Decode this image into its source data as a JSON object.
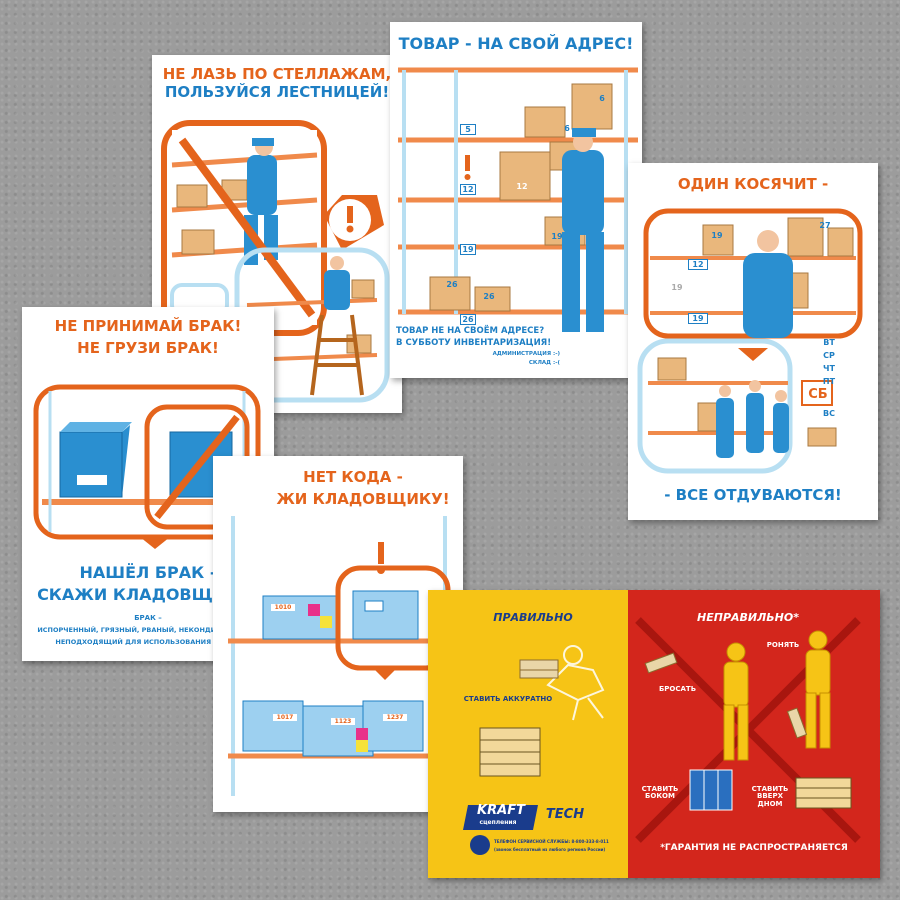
{
  "colors": {
    "orange": "#e4641c",
    "blue": "#1e7fc4",
    "yellow": "#f6c416",
    "red": "#d3261c",
    "shelf": "#f08a4b"
  },
  "poster_ladder": {
    "title_line1": "НЕ ЛАЗЬ ПО СТЕЛЛАЖАМ,",
    "title_line2": "ПОЛЬЗУЙСЯ ЛЕСТНИЦЕЙ!"
  },
  "poster_address": {
    "title": "ТОВАР - НА СВОЙ АДРЕС!",
    "slot_labels": [
      "5",
      "6",
      "6",
      "12",
      "12",
      "19",
      "19",
      "26",
      "26",
      "26"
    ],
    "box_label": "12",
    "caption_line1": "ТОВАР НЕ НА СВОЁМ АДРЕСЕ?",
    "caption_line2": "В СУББОТУ ИНВЕНТАРИЗАЦИЯ!",
    "sign_admin": "АДМИНИСТРАЦИЯ :-)",
    "sign_warehouse": "СКЛАД :-("
  },
  "poster_oneerror": {
    "title": "ОДИН КОСЯЧИТ -",
    "bottom": "- ВСЕ ОТДУВАЮТСЯ!",
    "days": [
      "ВТ",
      "СР",
      "ЧТ",
      "ПТ",
      "СБ",
      "ВС"
    ],
    "numbers": [
      "19",
      "12",
      "19",
      "19",
      "27"
    ]
  },
  "poster_defect": {
    "title_line1": "НЕ ПРИНИМАЙ БРАК!",
    "title_line2": "НЕ ГРУЗИ БРАК!",
    "sub_line1": "НАШЁЛ БРАК -",
    "sub_line2": "СКАЖИ КЛАДОВЩИКУ!",
    "note_line1": "БРАК –",
    "note_line2": "ИСПОРЧЕННЫЙ, ГРЯЗНЫЙ, РВАНЫЙ, НЕКОНДИЦИОННЫЙ,",
    "note_line3": "НЕПОДХОДЯЩИЙ ДЛЯ ИСПОЛЬЗОВАНИЯ ТОВАР."
  },
  "poster_nocode": {
    "title_line1": "НЕТ КОДА -",
    "title_line2": "ЖИ КЛАДОВЩИКУ!",
    "codes": [
      "1010",
      "1017",
      "1123",
      "1237"
    ]
  },
  "kraft": {
    "right_heading": "ПРАВИЛЬНО",
    "wrong_heading": "НЕПРАВИЛЬНО*",
    "place_carefully": "СТАВИТЬ АККУРАТНО",
    "drop": "РОНЯТЬ",
    "throw": "БРОСАТЬ",
    "side": "СТАВИТЬ БОКОМ",
    "upside": "СТАВИТЬ ВВЕРХ ДНОМ",
    "logo_top": "KRAFT",
    "logo_small": "сцепления",
    "logo_bottom": "TECH",
    "phone_line1": "ТЕЛЕФОН СЕРВИСНОЙ СЛУЖБЫ: 8-800-333-8-011",
    "phone_line2": "(звонок бесплатный из любого региона России)",
    "warranty": "*ГАРАНТИЯ НЕ РАСПРОСТРАНЯЕТСЯ"
  }
}
